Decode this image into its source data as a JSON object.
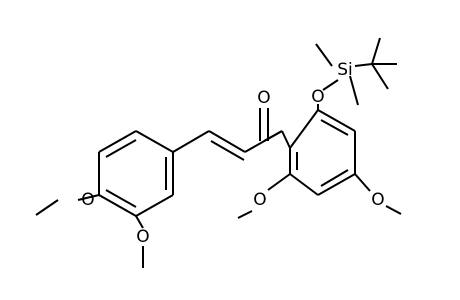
{
  "diagram_type": "chemical structure",
  "molecule": {
    "atom_labels": {
      "o_carbonyl": "O",
      "o_silyl": "O",
      "si": "Si",
      "o_methoxy_left_top": "O",
      "o_methoxy_left_bottom": "O",
      "o_methoxy_ring_bottom": "O",
      "o_methoxy_ring_right": "O"
    },
    "colors": {
      "bonds": "#000000",
      "labels": "#000000",
      "background": "#ffffff"
    }
  }
}
